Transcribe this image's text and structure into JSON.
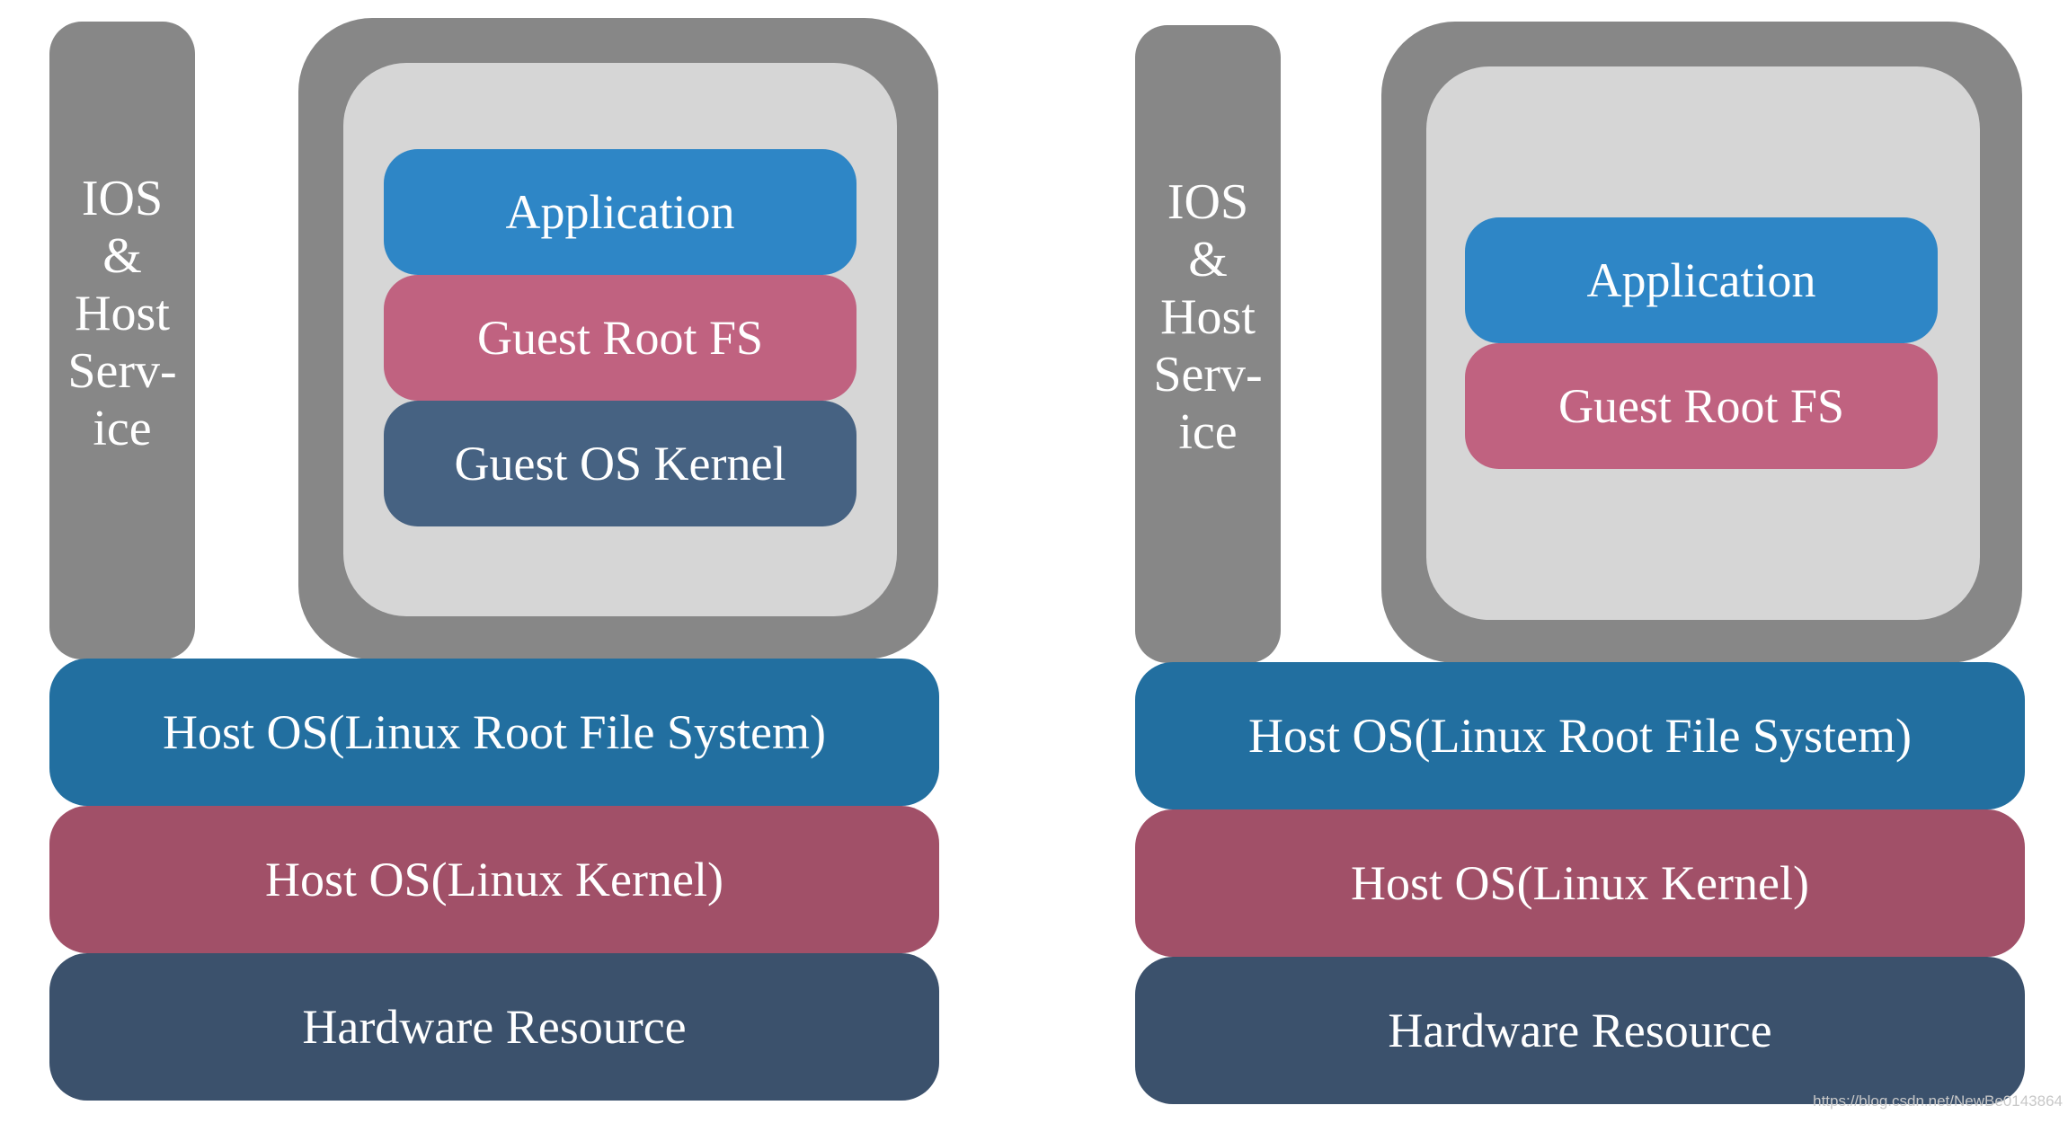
{
  "colors": {
    "service_gray": "#878787",
    "container_inner": "#d6d6d6",
    "application": "#2e86c6",
    "guest_root_fs": "#c06280",
    "guest_os_kernel": "#466282",
    "host_fs": "#226fa0",
    "host_kernel": "#a15068",
    "hardware": "#3b516c"
  },
  "left": {
    "service": {
      "lines": [
        "IOS",
        "&",
        "Host",
        "Serv-",
        "ice"
      ]
    },
    "layers": {
      "application": "Application",
      "guest_root_fs": "Guest Root FS",
      "guest_os_kernel": "Guest OS Kernel"
    },
    "host_fs": "Host OS(Linux Root File System)",
    "host_kernel": "Host OS(Linux Kernel)",
    "hardware": "Hardware Resource"
  },
  "right": {
    "service": {
      "lines": [
        "IOS",
        "&",
        "Host",
        "Serv-",
        "ice"
      ]
    },
    "layers": {
      "application": "Application",
      "guest_root_fs": "Guest Root FS"
    },
    "host_fs": "Host OS(Linux Root File System)",
    "host_kernel": "Host OS(Linux Kernel)",
    "hardware": "Hardware Resource"
  },
  "watermark": "https://blog.csdn.net/NewBe0143864"
}
